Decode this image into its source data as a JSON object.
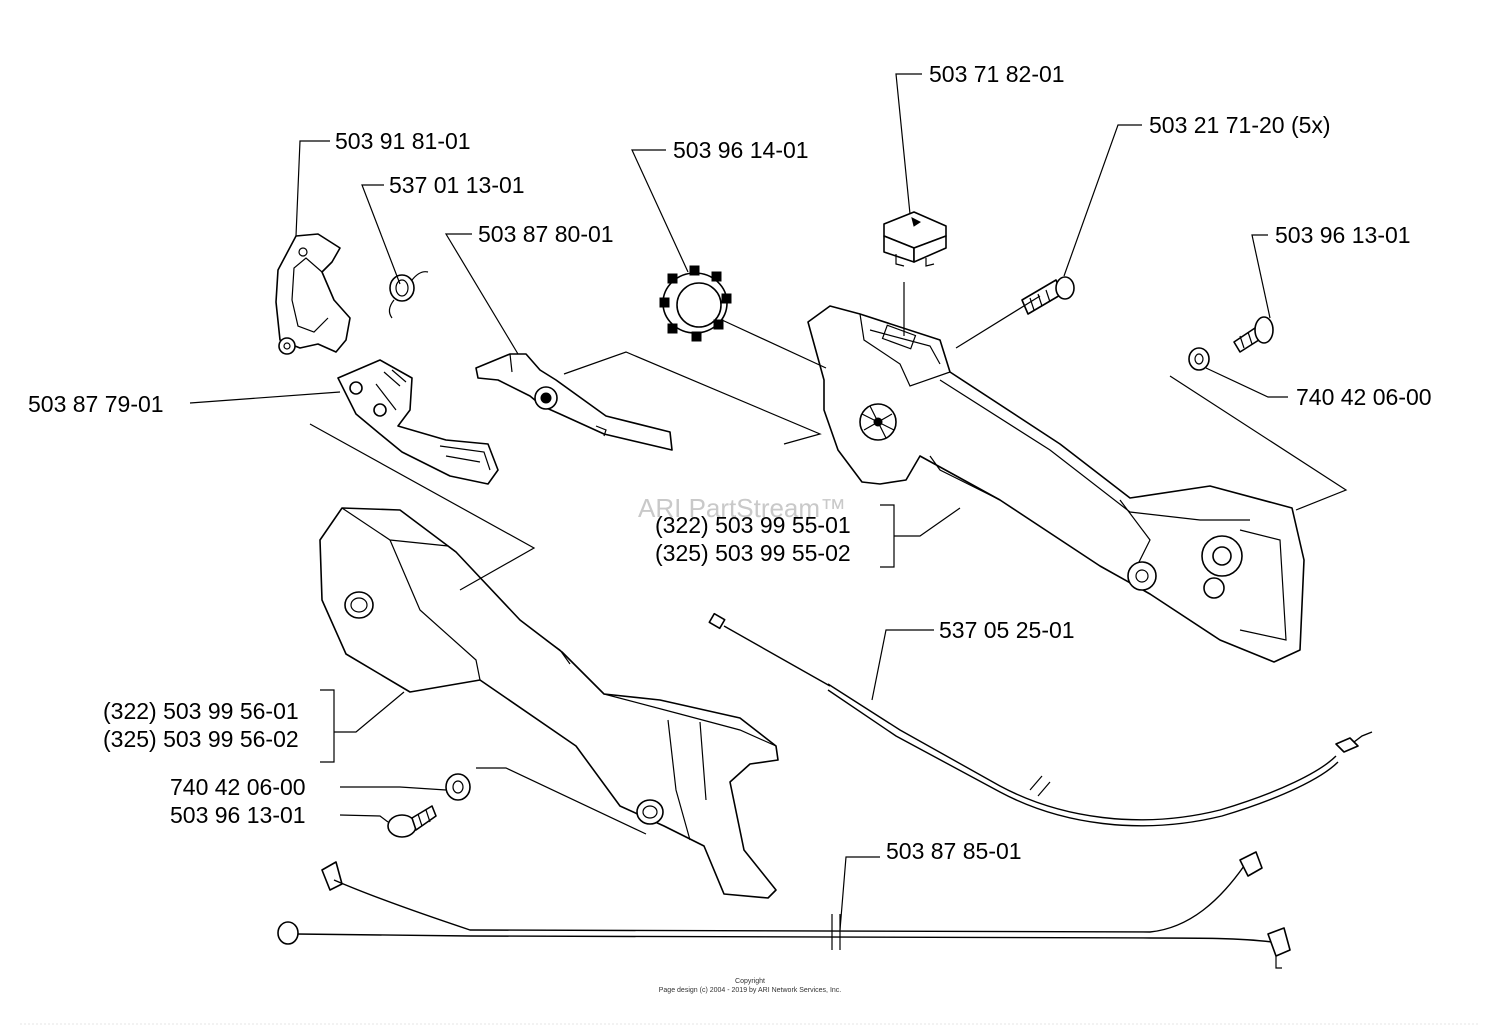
{
  "labels": {
    "handle_clamp": "503 91 81-01",
    "spring": "537 01 13-01",
    "throttle_lever": "503 87 80-01",
    "grommet": "503 96 14-01",
    "switch": "503 71 82-01",
    "screw_5x": "503 21 71-20 (5x)",
    "screw_right": "503 96 13-01",
    "washer_right": "740 42 06-00",
    "throttle_lockout": "503 87 79-01",
    "handle_half_right_322": "(322) 503 99 55-01",
    "handle_half_right_325": "(325) 503 99 55-02",
    "throttle_cable": "537 05 25-01",
    "handle_half_left_322": "(322) 503 99 56-01",
    "handle_half_left_325": "(325) 503 99 56-02",
    "washer_left": "740 42 06-00",
    "screw_left": "503 96 13-01",
    "wire_harness": "503 87 85-01"
  },
  "watermark": "ARI PartStream™",
  "copyright": {
    "line1": "Copyright",
    "line2": "Page design (c) 2004 - 2019 by ARI Network Services, Inc."
  }
}
